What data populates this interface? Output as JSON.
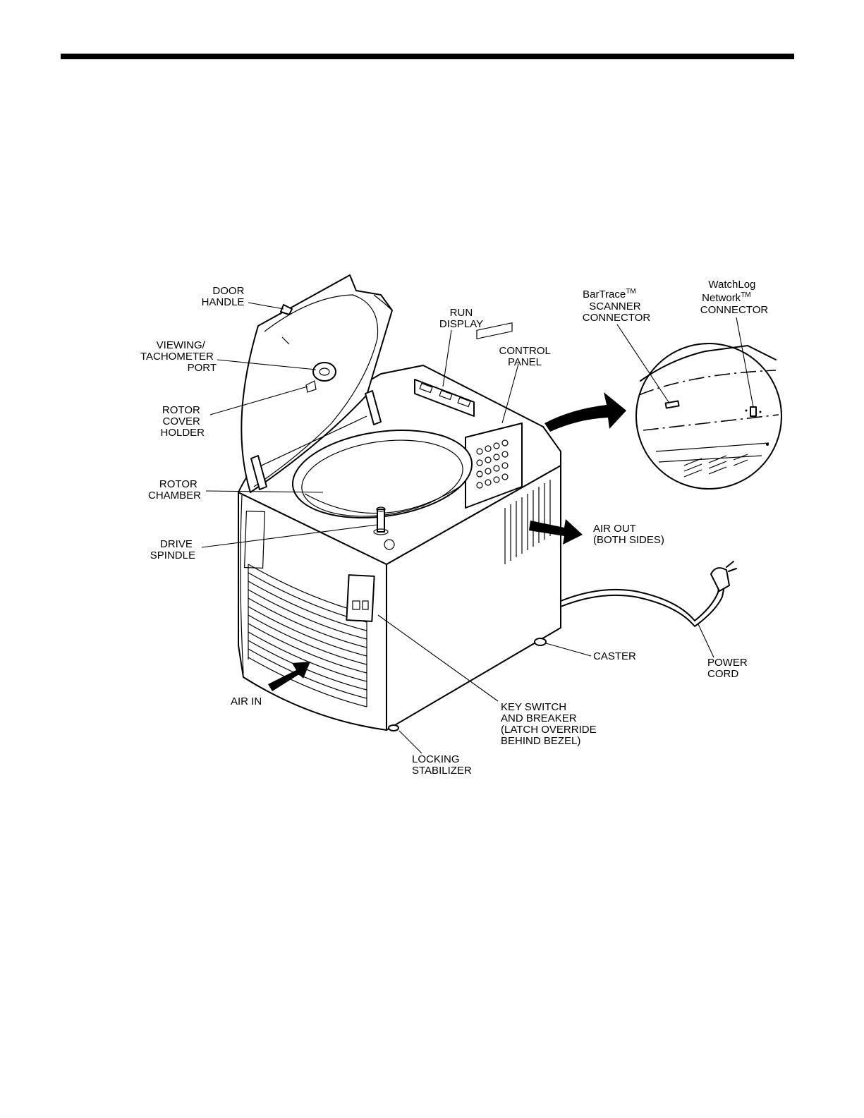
{
  "labels": {
    "door_handle": [
      "DOOR",
      "HANDLE"
    ],
    "viewing_port": [
      "VIEWING/",
      "TACHOMETER",
      "PORT"
    ],
    "rotor_cover_holder": [
      "ROTOR",
      "COVER",
      "HOLDER"
    ],
    "rotor_chamber": [
      "ROTOR",
      "CHAMBER"
    ],
    "drive_spindle": [
      "DRIVE",
      "SPINDLE"
    ],
    "air_in": [
      "AIR IN"
    ],
    "run_display": [
      "RUN",
      "DISPLAY"
    ],
    "control_panel": [
      "CONTROL",
      "PANEL"
    ],
    "bartrace": {
      "name": "BarTrace",
      "tm": "TM",
      "line2": "SCANNER",
      "line3": "CONNECTOR"
    },
    "watchlog": {
      "line1": "WatchLog",
      "name": "Network",
      "tm": "TM",
      "line3": "CONNECTOR"
    },
    "air_out": [
      "AIR OUT",
      "(BOTH SIDES)"
    ],
    "caster": [
      "CASTER"
    ],
    "power_cord": [
      "POWER",
      "CORD"
    ],
    "key_switch": [
      "KEY SWITCH",
      "AND BREAKER",
      "(LATCH OVERRIDE",
      "BEHIND BEZEL)"
    ],
    "locking_stabilizer": [
      "LOCKING",
      "STABILIZER"
    ]
  }
}
